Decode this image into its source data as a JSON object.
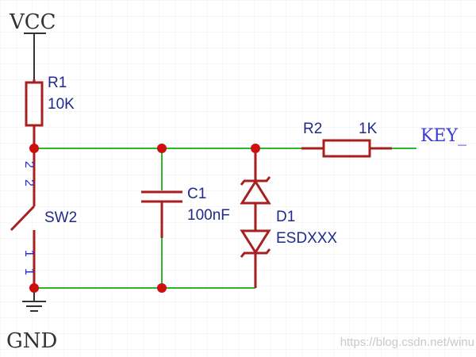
{
  "schematic": {
    "power": {
      "label": "VCC",
      "color": "#333333"
    },
    "ground": {
      "label": "GND",
      "color": "#333333"
    },
    "r1": {
      "ref": "R1",
      "value": "10K"
    },
    "r2": {
      "ref": "R2",
      "value": "1K"
    },
    "c1": {
      "ref": "C1",
      "value": "100nF"
    },
    "d1": {
      "ref": "D1",
      "value": "ESDXXX"
    },
    "sw2": {
      "ref": "SW2",
      "pin_top": "2",
      "pin_top2": "2",
      "pin_bottom": "1",
      "pin_bottom2": "1"
    },
    "net_label": "KEY_",
    "colors": {
      "wire": "#2db52d",
      "component": "#a81f1f",
      "junction": "#cc1010",
      "ref_text": "#1f2a8a",
      "pin_text": "#2a2ad0",
      "net_text": "#3a3ad8",
      "grid": "#e9e9e9"
    }
  },
  "watermark": {
    "text": "https://blog.csdn.net/winu"
  }
}
